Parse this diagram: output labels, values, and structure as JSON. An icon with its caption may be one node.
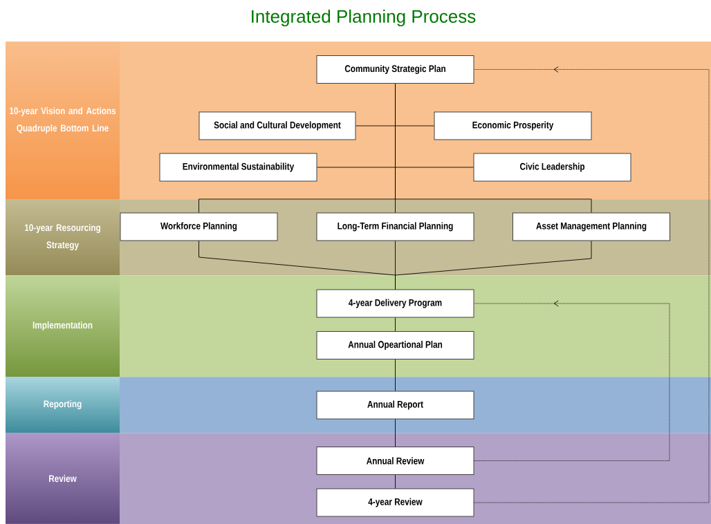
{
  "diagram": {
    "title": "Integrated Planning Process",
    "nodes": [
      {
        "text": [
          "10-year Vision and Actions Quadruple Bottom Line"
        ]
      },
      {
        "text": [
          "Community Strategic Plan"
        ],
        "in": 0
      },
      {
        "text": [
          "Social and Cultural Development"
        ],
        "in": 0
      },
      {
        "text": [
          "Economic Prosperity"
        ],
        "in": 0
      },
      {
        "text": [
          "Environmental Sustainability"
        ],
        "in": 0
      },
      {
        "text": [
          "Civic Leadership"
        ],
        "in": 0
      },
      {
        "text": [
          "10-year Resourcing Strategy"
        ]
      },
      {
        "text": [
          "Workforce Planning"
        ],
        "in": 6
      },
      {
        "text": [
          "Long-Term Financial Planning"
        ],
        "in": 6
      },
      {
        "text": [
          "Asset Management Planning"
        ],
        "in": 6
      },
      {
        "text": [
          "Implementation"
        ]
      },
      {
        "text": [
          "4-year Delivery Program"
        ],
        "in": 10
      },
      {
        "text": [
          "Annual Opeartional Plan"
        ],
        "in": 10
      },
      {
        "text": [
          "Reporting"
        ]
      },
      {
        "text": [
          "Annual Report"
        ],
        "in": 13
      },
      {
        "text": [
          "Review"
        ]
      },
      {
        "text": [
          "Annual Review"
        ],
        "in": 15
      },
      {
        "text": [
          "4-year Review"
        ],
        "in": 15
      }
    ],
    "edges": [
      {
        "from": 1,
        "to": 2,
        "arrow": "none"
      },
      {
        "from": 1,
        "to": 3,
        "arrow": "none"
      },
      {
        "from": 1,
        "to": 4,
        "arrow": "none"
      },
      {
        "from": 1,
        "to": 5,
        "arrow": "none"
      },
      {
        "from": 1,
        "to": 7,
        "arrow": "none"
      },
      {
        "from": 1,
        "to": 8,
        "arrow": "none"
      },
      {
        "from": 1,
        "to": 9,
        "arrow": "none"
      },
      {
        "from": 7,
        "to": 11,
        "arrow": "none"
      },
      {
        "from": 8,
        "to": 11,
        "arrow": "none"
      },
      {
        "from": 9,
        "to": 11,
        "arrow": "none"
      },
      {
        "from": 11,
        "to": 12,
        "arrow": "none"
      },
      {
        "from": 12,
        "to": 14,
        "arrow": "none"
      },
      {
        "from": 14,
        "to": 16,
        "arrow": "none"
      },
      {
        "from": 16,
        "to": 17,
        "arrow": "none"
      },
      {
        "from": 16,
        "to": 11,
        "arrow": "to",
        "style": "dashed"
      },
      {
        "from": 17,
        "to": 1,
        "arrow": "to",
        "style": "dashed"
      }
    ]
  }
}
